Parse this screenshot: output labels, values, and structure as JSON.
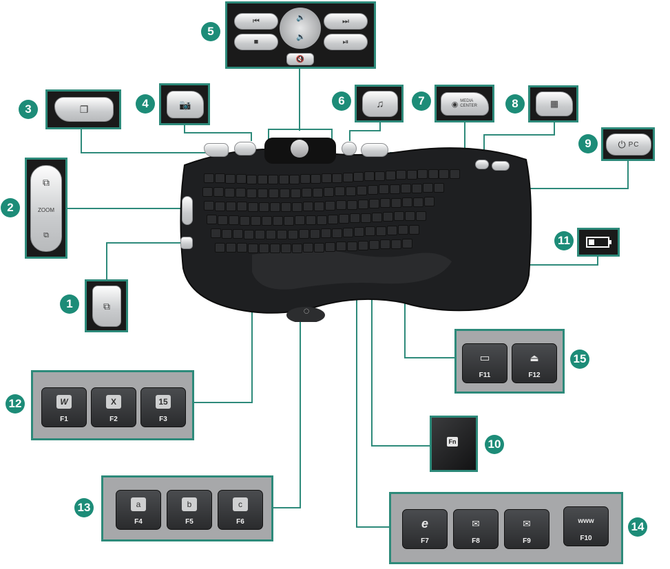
{
  "callouts": [
    {
      "num": "1"
    },
    {
      "num": "2"
    },
    {
      "num": "3"
    },
    {
      "num": "4"
    },
    {
      "num": "5"
    },
    {
      "num": "6"
    },
    {
      "num": "7"
    },
    {
      "num": "8"
    },
    {
      "num": "9"
    },
    {
      "num": "10"
    },
    {
      "num": "11"
    },
    {
      "num": "12"
    },
    {
      "num": "13"
    },
    {
      "num": "14"
    },
    {
      "num": "15"
    }
  ],
  "zoom_label": "ZOOM",
  "media_center_label": "MEDIA CENTER",
  "pc_label": "PC",
  "fn_label": "Fn",
  "fkeys_12": [
    {
      "label": "F1",
      "icon": "W"
    },
    {
      "label": "F2",
      "icon": "X"
    },
    {
      "label": "F3",
      "icon": "15"
    }
  ],
  "fkeys_13": [
    {
      "label": "F4",
      "icon": "a"
    },
    {
      "label": "F5",
      "icon": "b"
    },
    {
      "label": "F6",
      "icon": "c"
    }
  ],
  "fkeys_14": [
    {
      "label": "F7",
      "icon": "e"
    },
    {
      "label": "F8",
      "icon": "✉"
    },
    {
      "label": "F9",
      "icon": "✉"
    },
    {
      "label": "F10",
      "icon": "www"
    }
  ],
  "fkeys_15": [
    {
      "label": "F11",
      "icon": "▭"
    },
    {
      "label": "F12",
      "icon": "⏏"
    }
  ],
  "colors": {
    "accent": "#1d8c78",
    "border": "#2d8a7a"
  }
}
